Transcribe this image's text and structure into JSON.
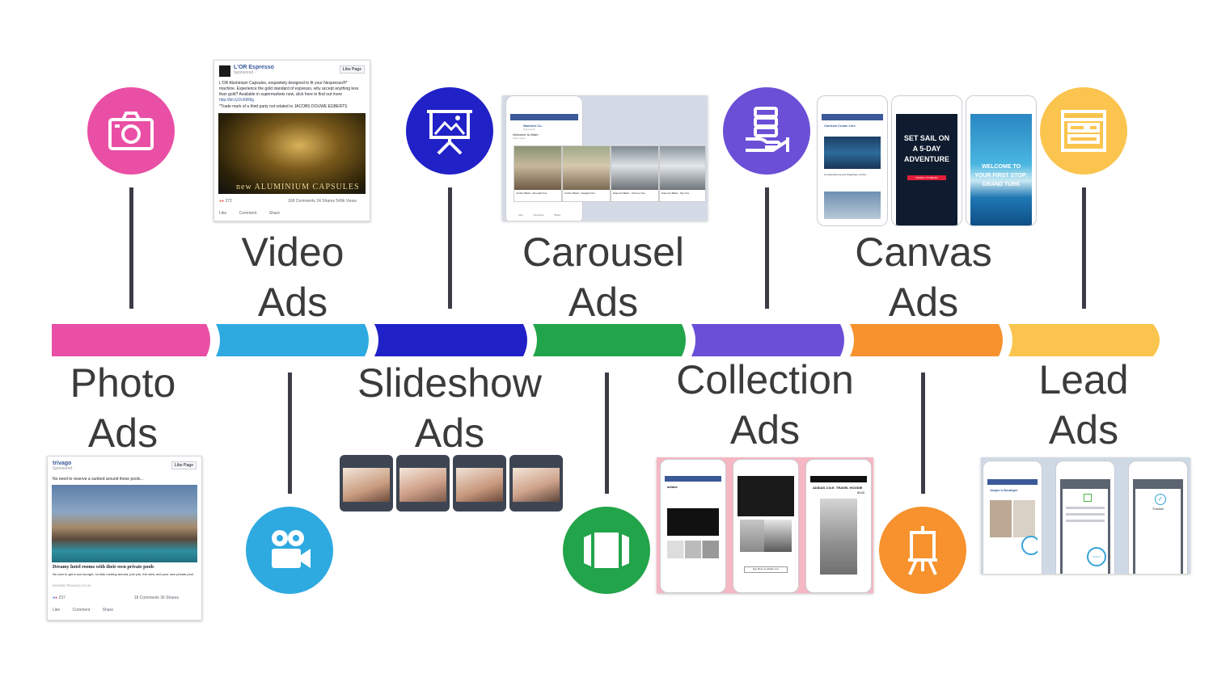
{
  "diagram": {
    "categories": [
      {
        "id": "photo",
        "line1": "Photo",
        "line2": "Ads",
        "color": "#e94fa5",
        "icon": "camera-icon"
      },
      {
        "id": "video",
        "line1": "Video",
        "line2": "Ads",
        "color": "#2eaae1",
        "icon": "film-camera-icon"
      },
      {
        "id": "slideshow",
        "line1": "Slideshow",
        "line2": "Ads",
        "color": "#2121c8",
        "icon": "presentation-board-icon"
      },
      {
        "id": "carousel",
        "line1": "Carousel",
        "line2": "Ads",
        "color": "#22a44a",
        "icon": "carousel-panels-icon"
      },
      {
        "id": "collection",
        "line1": "Collection",
        "line2": "Ads",
        "color": "#6b4fd6",
        "icon": "stack-in-hand-icon"
      },
      {
        "id": "canvas",
        "line1": "Canvas",
        "line2": "Ads",
        "color": "#f7922e",
        "icon": "easel-icon"
      },
      {
        "id": "lead",
        "line1": "Lead",
        "line2": "Ads",
        "color": "#fbc44e",
        "icon": "form-icon"
      }
    ]
  },
  "video_shot": {
    "brand": "L'OR Espresso",
    "sponsored": "Sponsored · ",
    "like_page": "Like Page",
    "body": "L'OR Aluminium Capsules, exquisitely designed to fit your Nespresso®* machine. Experience the gold standard of espresso, why accept anything less than gold? Available in supermarkets now, click here to find out more",
    "link": "http://bit.ly/2oI9R8g",
    "trademark": "*Trade mark of a third party not related to JACOBS DOUWE EGBERTS",
    "video_caption": "new ALUMINIUM CAPSULES",
    "reactions": "272",
    "stats": "168 Comments  24 Shares  549k Views",
    "like": "Like",
    "comment": "Comment",
    "share": "Share"
  },
  "photo_shot": {
    "brand": "trivago",
    "sponsored": "Sponsored · ",
    "like_page": "Like Page",
    "body": "No need to reserve a sunbed around these pools...",
    "headline": "Dreamy hotel rooms with their own private pools",
    "desc": "No race to get a sun lounger, no kids running around, just you, the view, and your own private pool.",
    "domain": "ROOMS.TRIVAGO.CO.UK",
    "reactions": "237",
    "stats": "18 Comments  36 Shares",
    "like": "Like",
    "comment": "Comment",
    "share": "Share"
  },
  "carousel_shot": {
    "brand": "Warriors Co.",
    "sponsored": "Sponsored",
    "body": "Welcome to Warri",
    "sub": "Shop online",
    "cards": [
      "Carbon Black - Emerald One",
      "Carbon Black - Daylight One",
      "Diamond Black - Chrome One",
      "Diamond Black - Sky One"
    ],
    "like": "Like",
    "comment": "Comment",
    "share": "Share"
  },
  "canvas_shot": {
    "left_brand": "Carnival Cruise Line",
    "left_caption": "An adventure at your fingertips. Let the...",
    "middle_text": "SET SAIL ON A 5-DAY ADVENTURE",
    "middle_button": "SCROLL TO BEGIN",
    "right_text": "WELCOME TO YOUR FIRST STOP: GRAND TURK"
  },
  "collection_shot": {
    "brand": "adidas",
    "product_title": "ADIDAS Z.N.E. TRAVEL HOODIE",
    "price": "$140",
    "button": "See More at adidas.com"
  },
  "lead_shot": {
    "brand": "Jasper's Boutique",
    "thanks": "Thanks!",
    "submit": "Submit"
  }
}
